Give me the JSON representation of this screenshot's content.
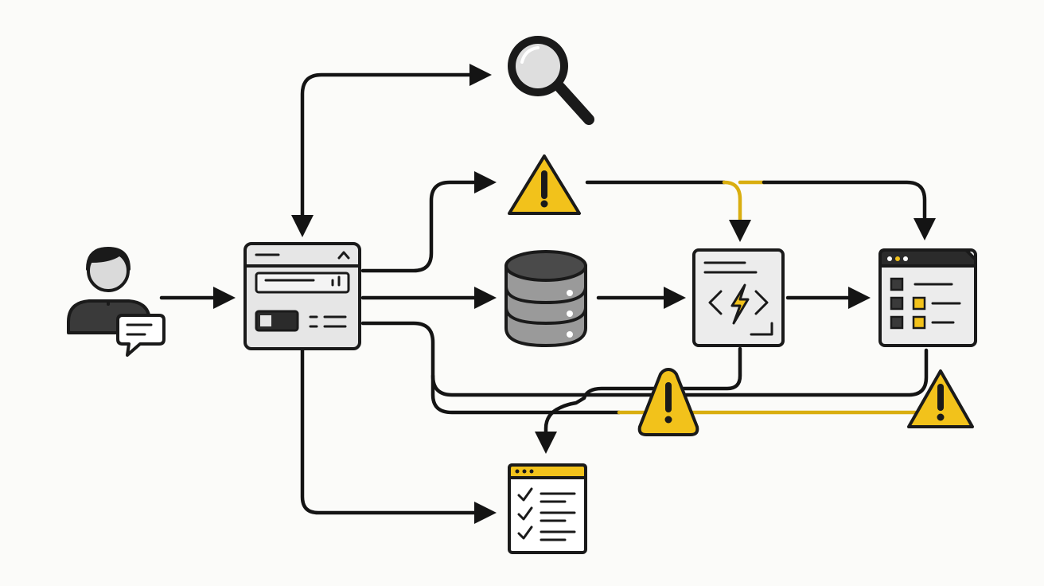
{
  "diagram": {
    "nodes": [
      {
        "id": "user",
        "icon": "user-chat-icon"
      },
      {
        "id": "dashboard",
        "icon": "browser-window-icon"
      },
      {
        "id": "search",
        "icon": "magnifier-icon"
      },
      {
        "id": "warning-top",
        "icon": "warning-triangle-icon"
      },
      {
        "id": "database",
        "icon": "database-icon"
      },
      {
        "id": "code",
        "icon": "code-file-icon"
      },
      {
        "id": "checklist-window",
        "icon": "settings-list-window-icon"
      },
      {
        "id": "warning-mid",
        "icon": "warning-triangle-icon"
      },
      {
        "id": "warning-right",
        "icon": "warning-triangle-icon"
      },
      {
        "id": "task-list",
        "icon": "checklist-window-icon"
      }
    ],
    "edges": [
      {
        "from": "user",
        "to": "dashboard"
      },
      {
        "from": "dashboard",
        "to": "search"
      },
      {
        "from": "dashboard",
        "to": "warning-top"
      },
      {
        "from": "dashboard",
        "to": "database"
      },
      {
        "from": "dashboard",
        "to": "task-list"
      },
      {
        "from": "database",
        "to": "code"
      },
      {
        "from": "code",
        "to": "checklist-window"
      },
      {
        "from": "warning-top",
        "to": "code"
      },
      {
        "from": "warning-top",
        "to": "checklist-window"
      },
      {
        "from": "code",
        "to": "task-list"
      },
      {
        "from": "checklist-window",
        "to": "task-list"
      }
    ]
  },
  "colors": {
    "background": "#fbfbf9",
    "stroke": "#141414",
    "accent_yellow": "#f2c21b",
    "panel_gray": "#e6e6e6",
    "dark_gray": "#3a3a3a"
  }
}
